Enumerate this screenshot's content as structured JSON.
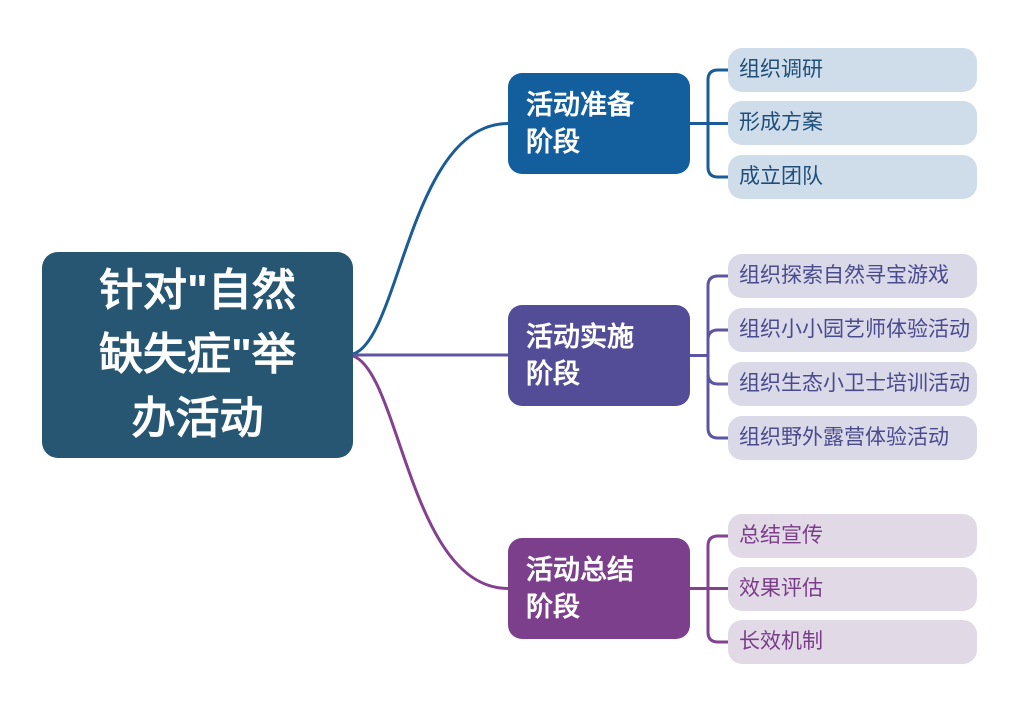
{
  "diagram": {
    "root": {
      "label": "针对\"自然缺失症\"举办活动",
      "lines": [
        "针对\"自然",
        "缺失症\"举",
        "办活动"
      ],
      "bg_color": "#265672",
      "text_color": "#FFFFFF"
    },
    "branches": [
      {
        "label": "活动准备阶段",
        "lines": [
          "活动准备",
          "阶段"
        ],
        "bg_color": "#135F9E",
        "text_color": "#FFFFFF",
        "connector_color": "#1A5C96",
        "leaf_bg_color": "#CFDDEB",
        "leaf_text_color": "#1F4E79",
        "leaves": [
          "组织调研",
          "形成方案",
          "成立团队"
        ]
      },
      {
        "label": "活动实施阶段",
        "lines": [
          "活动实施",
          "阶段"
        ],
        "bg_color": "#534C96",
        "text_color": "#FFFFFF",
        "connector_color": "#5C56A0",
        "leaf_bg_color": "#D9D9E8",
        "leaf_text_color": "#4A4A8F",
        "leaves": [
          "组织探索自然寻宝游戏",
          "组织小小园艺师体验活动",
          "组织生态小卫士培训活动",
          "组织野外露营体验活动"
        ]
      },
      {
        "label": "活动总结阶段",
        "lines": [
          "活动总结",
          "阶段"
        ],
        "bg_color": "#7C3F8C",
        "text_color": "#FFFFFF",
        "connector_color": "#83418F",
        "leaf_bg_color": "#E2D9E6",
        "leaf_text_color": "#7A3D8A",
        "leaves": [
          "总结宣传",
          "效果评估",
          "长效机制"
        ]
      }
    ]
  }
}
